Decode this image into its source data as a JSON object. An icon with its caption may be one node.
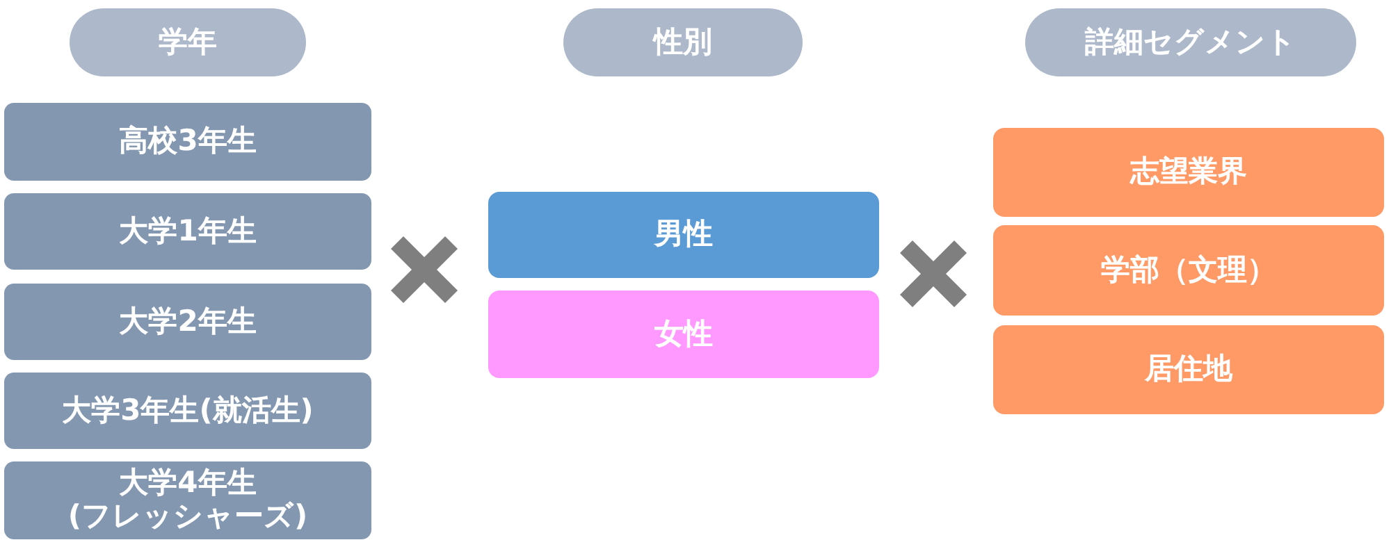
{
  "diagram": {
    "nodes": [
      {
        "text": [
          "学年"
        ]
      },
      {
        "text": [
          "高校3年生"
        ]
      },
      {
        "text": [
          "大学1年生"
        ]
      },
      {
        "text": [
          "大学2年生"
        ]
      },
      {
        "text": [
          "大学3年生(就活生)"
        ]
      },
      {
        "text": [
          "大学4年生(フレッシャーズ)"
        ]
      },
      {
        "text": [
          "性別"
        ]
      },
      {
        "text": [
          "男性"
        ]
      },
      {
        "text": [
          "女性"
        ]
      },
      {
        "text": [
          "詳細セグメント"
        ]
      },
      {
        "text": [
          "志望業界"
        ]
      },
      {
        "text": [
          "学部（文理）"
        ]
      },
      {
        "text": [
          "居住地"
        ]
      }
    ]
  }
}
